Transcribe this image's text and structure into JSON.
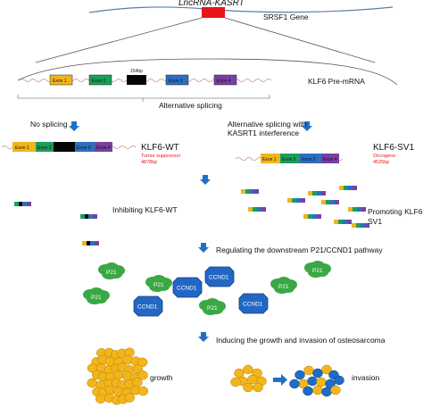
{
  "title": "LncRNA-KASRT",
  "gene_label": "SRSF1 Gene",
  "pre_mrna_label": "KLF6 Pre-mRNA",
  "pre_mrna_size": "154bp",
  "exons": [
    "Exon 1",
    "Exon 2",
    "Exon 3",
    "Exon 4"
  ],
  "alt_splicing_label": "Alternative splicing",
  "no_splicing_label": "No splicing",
  "alt_interference_label_1": "Alternative splicing with",
  "alt_interference_label_2": "KASRT1 interference",
  "wt": {
    "name": "KLF6-WT",
    "role": "Tumor suppressor",
    "size": "4878bp"
  },
  "sv1": {
    "name": "KLF6-SV1",
    "role": "Oncogene",
    "size": "4525bp"
  },
  "inhibiting_label": "Inhibiting KLF6-WT",
  "promoting_label_1": "Promoting KLF6-",
  "promoting_label_2": "SV1",
  "pathway_label": "Regulating the downstream P21/CCND1 pathway",
  "p21_label": "P21",
  "ccnd1_label": "CCND1",
  "outcome_label": "Inducing the growth and invasion of osteosarcoma",
  "growth_label": "growth",
  "invasion_label": "invasion",
  "colors": {
    "exon1": "#f1b51c",
    "exon2": "#1a9e5c",
    "exon3": "#2c6fc0",
    "exon4": "#7a3fa3",
    "black_segment": "#050505",
    "lncrna_box": "#e8161b",
    "arrow_blue": "#1f6fc5",
    "p21": "#3aa845",
    "ccnd1": "#2267c4",
    "cell_yellow": "#f3b51b",
    "cell_blue": "#1e6cc8",
    "red_text": "#e3191c"
  }
}
